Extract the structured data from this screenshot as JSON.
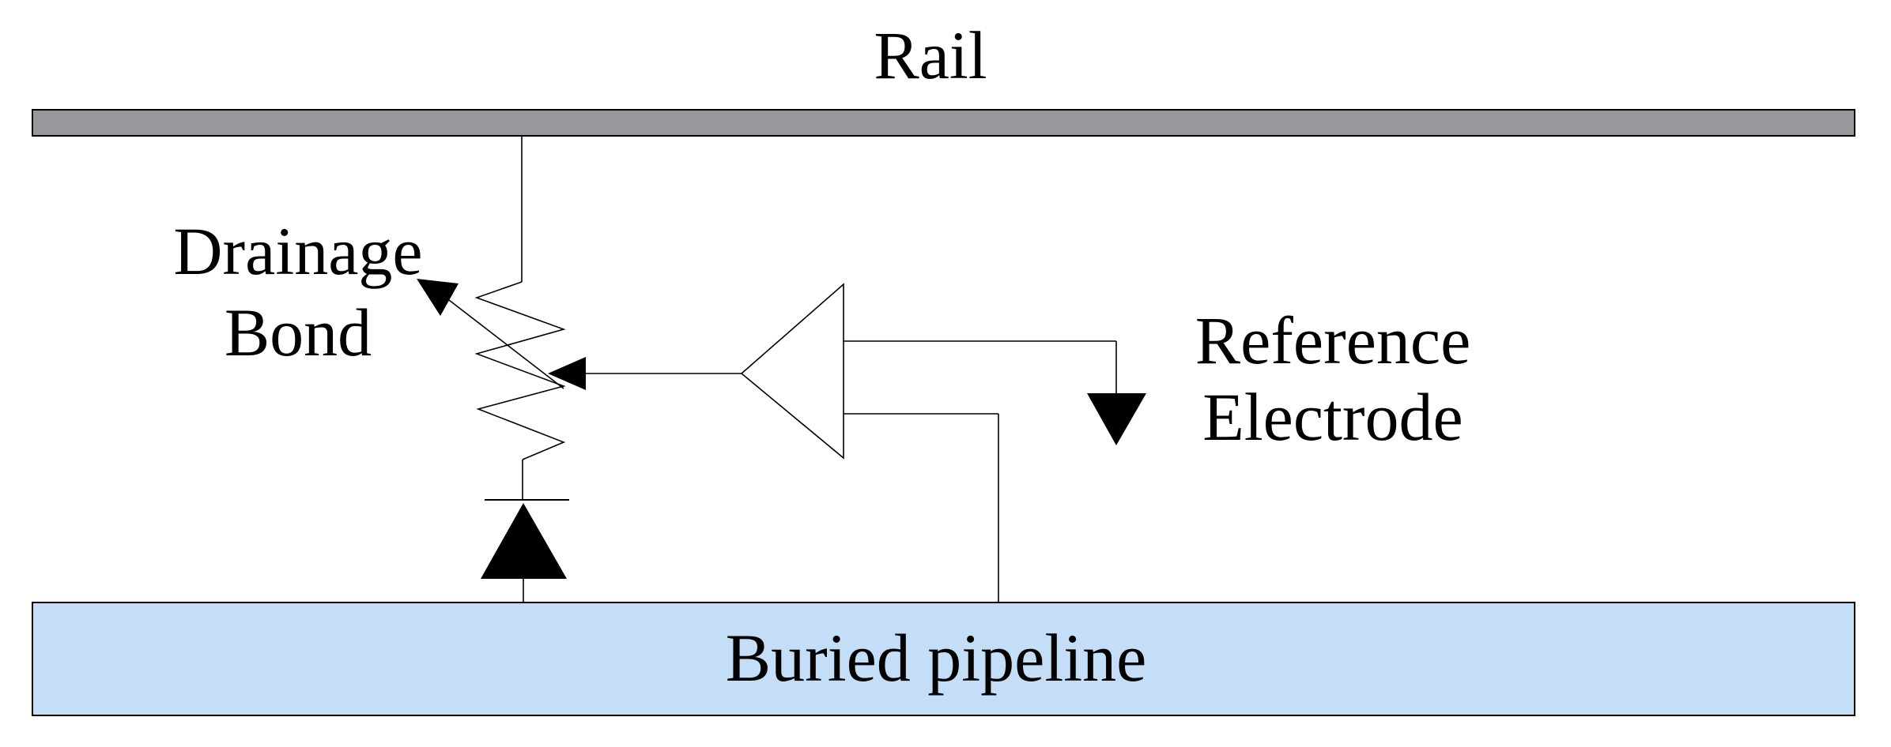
{
  "diagram": {
    "kind": "circuit-schematic",
    "labels": {
      "rail": "Rail",
      "drainage_bond": [
        "Drainage",
        "Bond"
      ],
      "reference_electrode": [
        "Reference",
        "Electrode"
      ],
      "buried_pipeline": "Buried pipeline"
    },
    "icons": {
      "rail_bar": "gray-rail-conductor-bar",
      "pipeline_bar": "light-blue-buried-pipeline-bar",
      "potentiometer": "zigzag-resistor-with-wiper-arrow",
      "wiper_arrowhead": "filled-arrowhead-pointing-up-left",
      "control_arrowhead": "filled-arrowhead-pointing-left",
      "amplifier": "left-pointing-open-triangle-amplifier",
      "reference_electrode": "filled-downward-triangle-ground-style-electrode",
      "diode": "filled-upward-triangle-with-cathode-bar"
    }
  },
  "colors": {
    "background": "#FFFFFF",
    "rail_fill": "#97989B",
    "pipeline_fill": "#C5DEF8",
    "shape_fill_white": "#FFFFFF",
    "ink": "#000000"
  }
}
